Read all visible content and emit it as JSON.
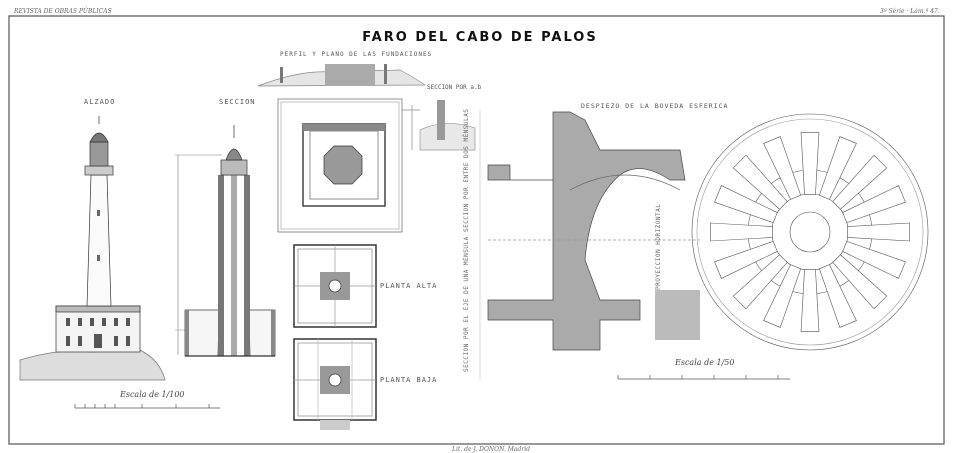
{
  "header": {
    "left": "REVISTA DE OBRAS PÚBLICAS",
    "right": "3ª Série · Lám.ª 47."
  },
  "title": "FARO DEL CABO DE PALOS",
  "labels": {
    "alzado": "ALZADO",
    "seccion": "SECCION",
    "perfil": "PERFIL Y PLANO DE LAS FUNDACIONES",
    "seccion_ab": "SECCION POR a.b",
    "planta_alta": "PLANTA ALTA",
    "planta_baja": "PLANTA BAJA",
    "despiezo": "DESPIEZO DE LA BOVEDA ESFERICA",
    "seccion_entre": "SECCION POR ENTRE DOS MÉNSULAS",
    "seccion_eje": "SECCION POR EL EJE DE UNA MÉNSULA",
    "proyeccion": "PROYECCION HORIZONTAL"
  },
  "scales": {
    "left": "Escala de 1/100",
    "right": "Escala de 1/50"
  },
  "footer": "Lit. de J. DONON. Madrid"
}
